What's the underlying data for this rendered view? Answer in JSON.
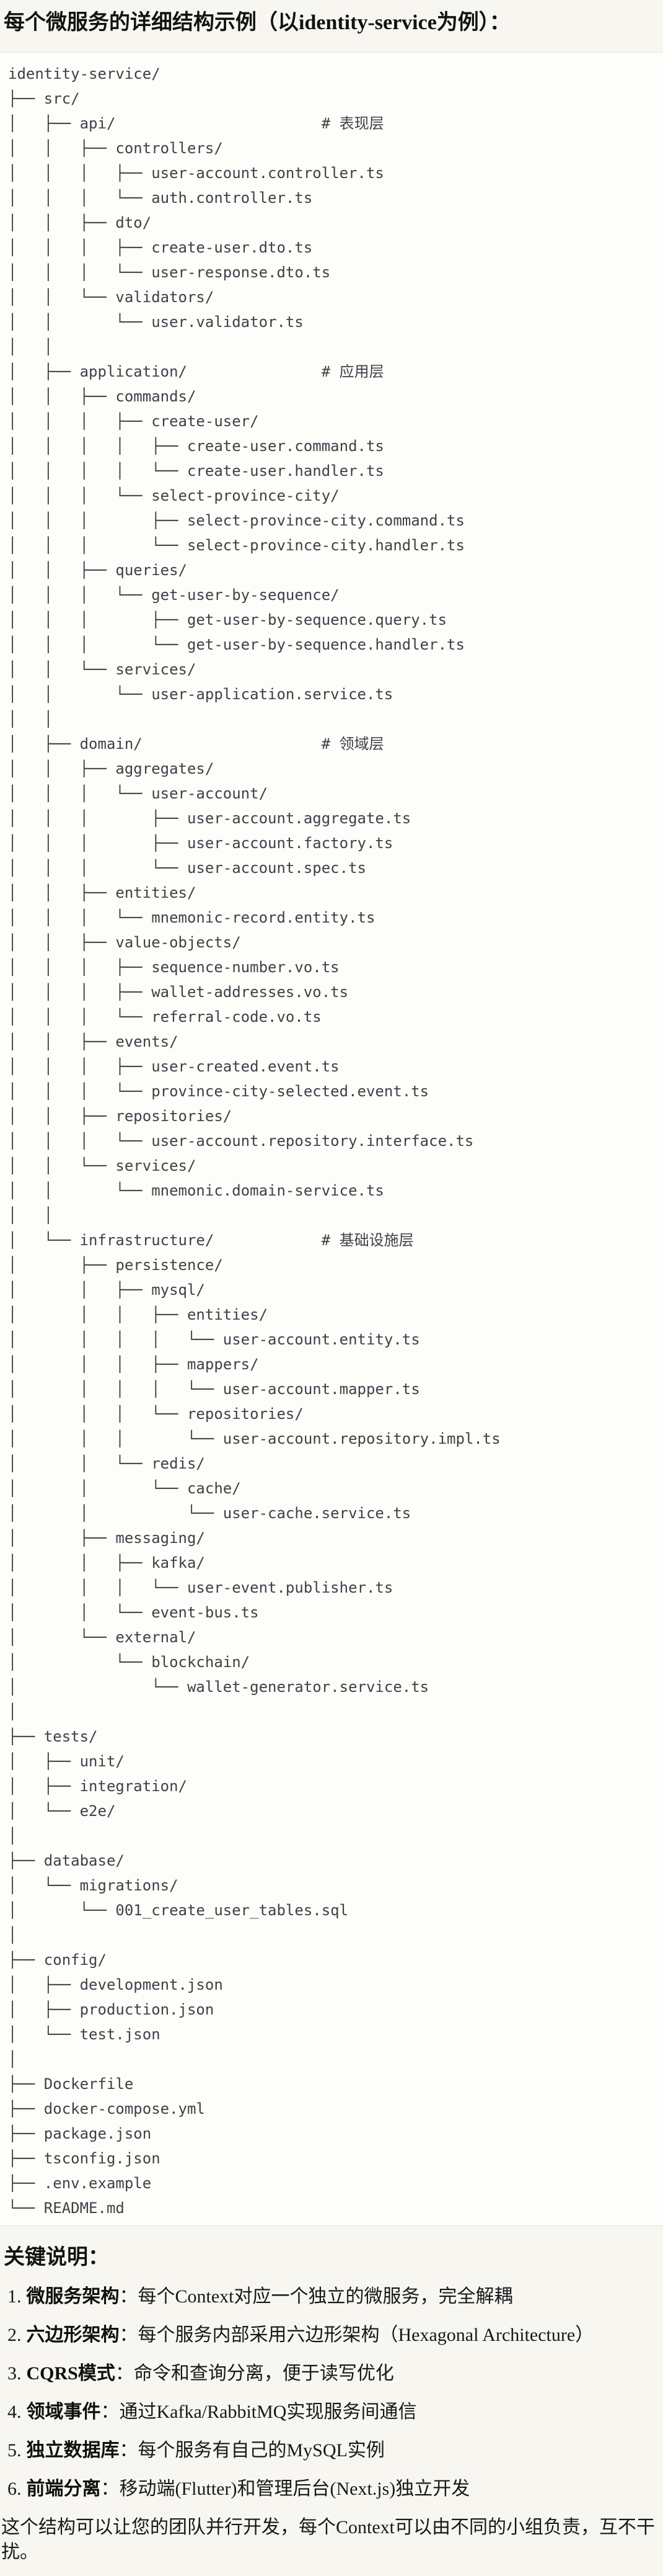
{
  "title": "每个微服务的详细结构示例（以identity-service为例）：",
  "tree_lines": [
    "identity-service/",
    "├── src/",
    "│   ├── api/                       # 表现层",
    "│   │   ├── controllers/",
    "│   │   │   ├── user-account.controller.ts",
    "│   │   │   └── auth.controller.ts",
    "│   │   ├── dto/",
    "│   │   │   ├── create-user.dto.ts",
    "│   │   │   └── user-response.dto.ts",
    "│   │   └── validators/",
    "│   │       └── user.validator.ts",
    "│   │",
    "│   ├── application/               # 应用层",
    "│   │   ├── commands/",
    "│   │   │   ├── create-user/",
    "│   │   │   │   ├── create-user.command.ts",
    "│   │   │   │   └── create-user.handler.ts",
    "│   │   │   └── select-province-city/",
    "│   │   │       ├── select-province-city.command.ts",
    "│   │   │       └── select-province-city.handler.ts",
    "│   │   ├── queries/",
    "│   │   │   └── get-user-by-sequence/",
    "│   │   │       ├── get-user-by-sequence.query.ts",
    "│   │   │       └── get-user-by-sequence.handler.ts",
    "│   │   └── services/",
    "│   │       └── user-application.service.ts",
    "│   │",
    "│   ├── domain/                    # 领域层",
    "│   │   ├── aggregates/",
    "│   │   │   └── user-account/",
    "│   │   │       ├── user-account.aggregate.ts",
    "│   │   │       ├── user-account.factory.ts",
    "│   │   │       └── user-account.spec.ts",
    "│   │   ├── entities/",
    "│   │   │   └── mnemonic-record.entity.ts",
    "│   │   ├── value-objects/",
    "│   │   │   ├── sequence-number.vo.ts",
    "│   │   │   ├── wallet-addresses.vo.ts",
    "│   │   │   └── referral-code.vo.ts",
    "│   │   ├── events/",
    "│   │   │   ├── user-created.event.ts",
    "│   │   │   └── province-city-selected.event.ts",
    "│   │   ├── repositories/",
    "│   │   │   └── user-account.repository.interface.ts",
    "│   │   └── services/",
    "│   │       └── mnemonic.domain-service.ts",
    "│   │",
    "│   └── infrastructure/            # 基础设施层",
    "│       ├── persistence/",
    "│       │   ├── mysql/",
    "│       │   │   ├── entities/",
    "│       │   │   │   └── user-account.entity.ts",
    "│       │   │   ├── mappers/",
    "│       │   │   │   └── user-account.mapper.ts",
    "│       │   │   └── repositories/",
    "│       │   │       └── user-account.repository.impl.ts",
    "│       │   └── redis/",
    "│       │       └── cache/",
    "│       │           └── user-cache.service.ts",
    "│       ├── messaging/",
    "│       │   ├── kafka/",
    "│       │   │   └── user-event.publisher.ts",
    "│       │   └── event-bus.ts",
    "│       └── external/",
    "│           └── blockchain/",
    "│               └── wallet-generator.service.ts",
    "│",
    "├── tests/",
    "│   ├── unit/",
    "│   ├── integration/",
    "│   └── e2e/",
    "│",
    "├── database/",
    "│   └── migrations/",
    "│       └── 001_create_user_tables.sql",
    "│",
    "├── config/",
    "│   ├── development.json",
    "│   ├── production.json",
    "│   └── test.json",
    "│",
    "├── Dockerfile",
    "├── docker-compose.yml",
    "├── package.json",
    "├── tsconfig.json",
    "├── .env.example",
    "└── README.md"
  ],
  "notes_heading": "关键说明：",
  "notes": [
    {
      "num": "1.",
      "term": "微服务架构",
      "desc": "：每个Context对应一个独立的微服务，完全解耦"
    },
    {
      "num": "2.",
      "term": "六边形架构",
      "desc": "：每个服务内部采用六边形架构（Hexagonal Architecture）"
    },
    {
      "num": "3.",
      "term": "CQRS模式",
      "desc": "：命令和查询分离，便于读写优化"
    },
    {
      "num": "4.",
      "term": "领域事件",
      "desc": "：通过Kafka/RabbitMQ实现服务间通信"
    },
    {
      "num": "5.",
      "term": "独立数据库",
      "desc": "：每个服务有自己的MySQL实例"
    },
    {
      "num": "6.",
      "term": "前端分离",
      "desc": "：移动端(Flutter)和管理后台(Next.js)独立开发"
    }
  ],
  "footer": "这个结构可以让您的团队并行开发，每个Context可以由不同的小组负责，互不干扰。"
}
